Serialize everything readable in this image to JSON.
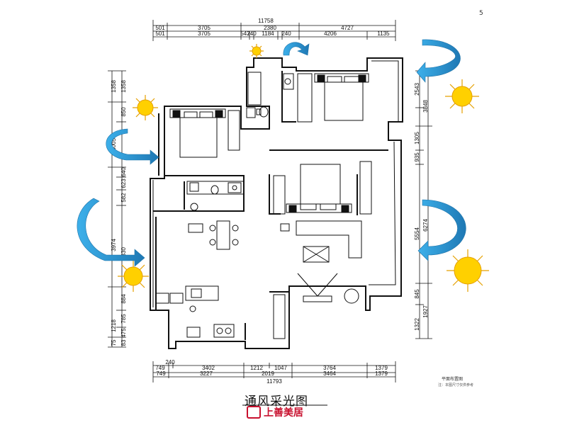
{
  "title": "通风采光图",
  "logo_text": "上善美居",
  "plan_note": "平面布置图",
  "plan_subnote": "注：本图尺寸仅供参考",
  "corner_mark": "5",
  "top_dims": {
    "total": "11758",
    "row1": [
      "501",
      "3705",
      "2380",
      "4727"
    ],
    "row2": [
      "501",
      "3705",
      "547",
      "240",
      "1184",
      "240",
      "4206",
      "1135"
    ]
  },
  "bottom_dims": {
    "total": "11793",
    "row1": [
      "749",
      "240",
      "3402",
      "1212",
      "1047",
      "3764",
      "1379"
    ],
    "row2": [
      "749",
      "3227",
      "2019",
      "3464",
      "1379"
    ]
  },
  "left_dims": {
    "outer": [
      "1358",
      "3005",
      "3974",
      "1218",
      "75"
    ],
    "inner": [
      "1358",
      "850",
      "640",
      "623",
      "582",
      "3330",
      "884",
      "785",
      "475",
      "83"
    ]
  },
  "right_dims": {
    "outer": [
      "3848",
      "6274",
      "1927"
    ],
    "inner": [
      "2543",
      "1305",
      "935",
      "5554",
      "845",
      "1322"
    ]
  },
  "colors": {
    "arrow": "#2a9ad6",
    "arrow_dark": "#1f73a8",
    "sun": "#ffd000",
    "sun_ray": "#e5a000",
    "wall": "#111111",
    "brand": "#c8102e"
  },
  "icons": [
    "sun-icon",
    "ventilation-arrow-icon"
  ]
}
